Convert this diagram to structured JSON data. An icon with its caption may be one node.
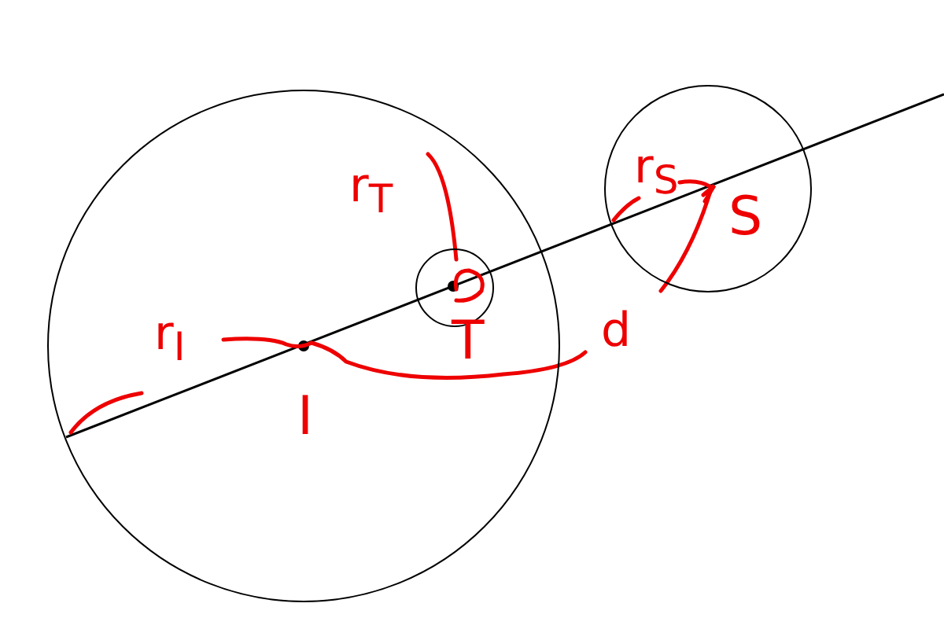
{
  "diagram": {
    "nodes": [
      {
        "text": [
          "I"
        ]
      },
      {
        "text": [],
        "shape": "circle",
        "beside": [
          "T"
        ],
        "in": 0
      },
      {
        "text": [
          "S"
        ]
      }
    ],
    "labels": [
      "r$_{I}$",
      "r$_{T}$",
      "r$_{S}$",
      "d"
    ]
  }
}
